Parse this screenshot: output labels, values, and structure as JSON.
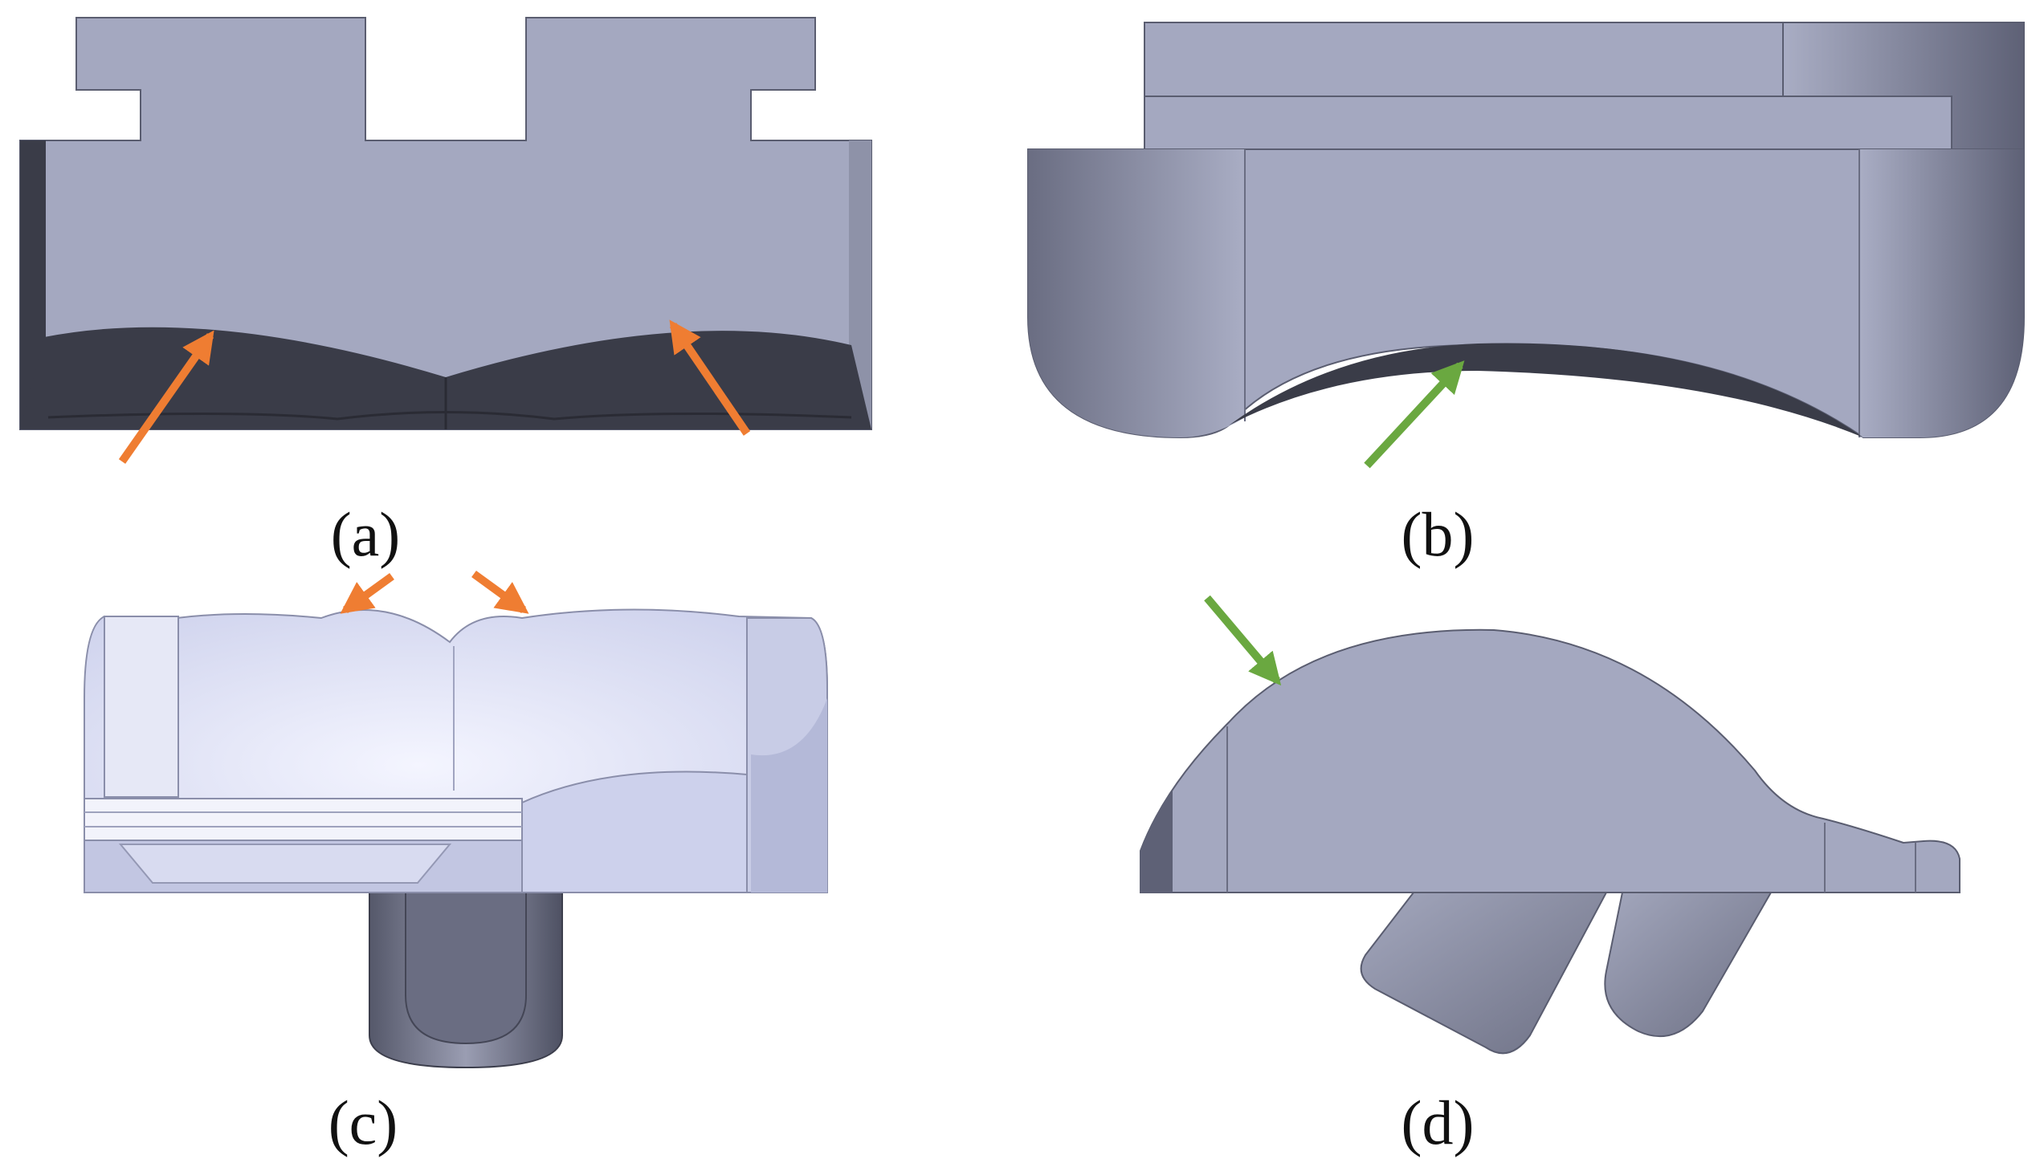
{
  "captions": {
    "a": "(a)",
    "b": "(b)",
    "c": "(c)",
    "d": "(d)"
  },
  "colors": {
    "body": "#a4a8c0",
    "body_dark": "#3a3c48",
    "edge": "#5a5d70",
    "light_body": "#dfe2f4",
    "light_shade": "#c3c8e4",
    "cylinder": "#7c7f94",
    "arrow_orange": "#ef7d32",
    "arrow_green": "#6aa840"
  },
  "arrows": {
    "a": "orange-arrows",
    "b": "green-arrow",
    "c": "orange-arrows",
    "d": "green-arrow"
  }
}
